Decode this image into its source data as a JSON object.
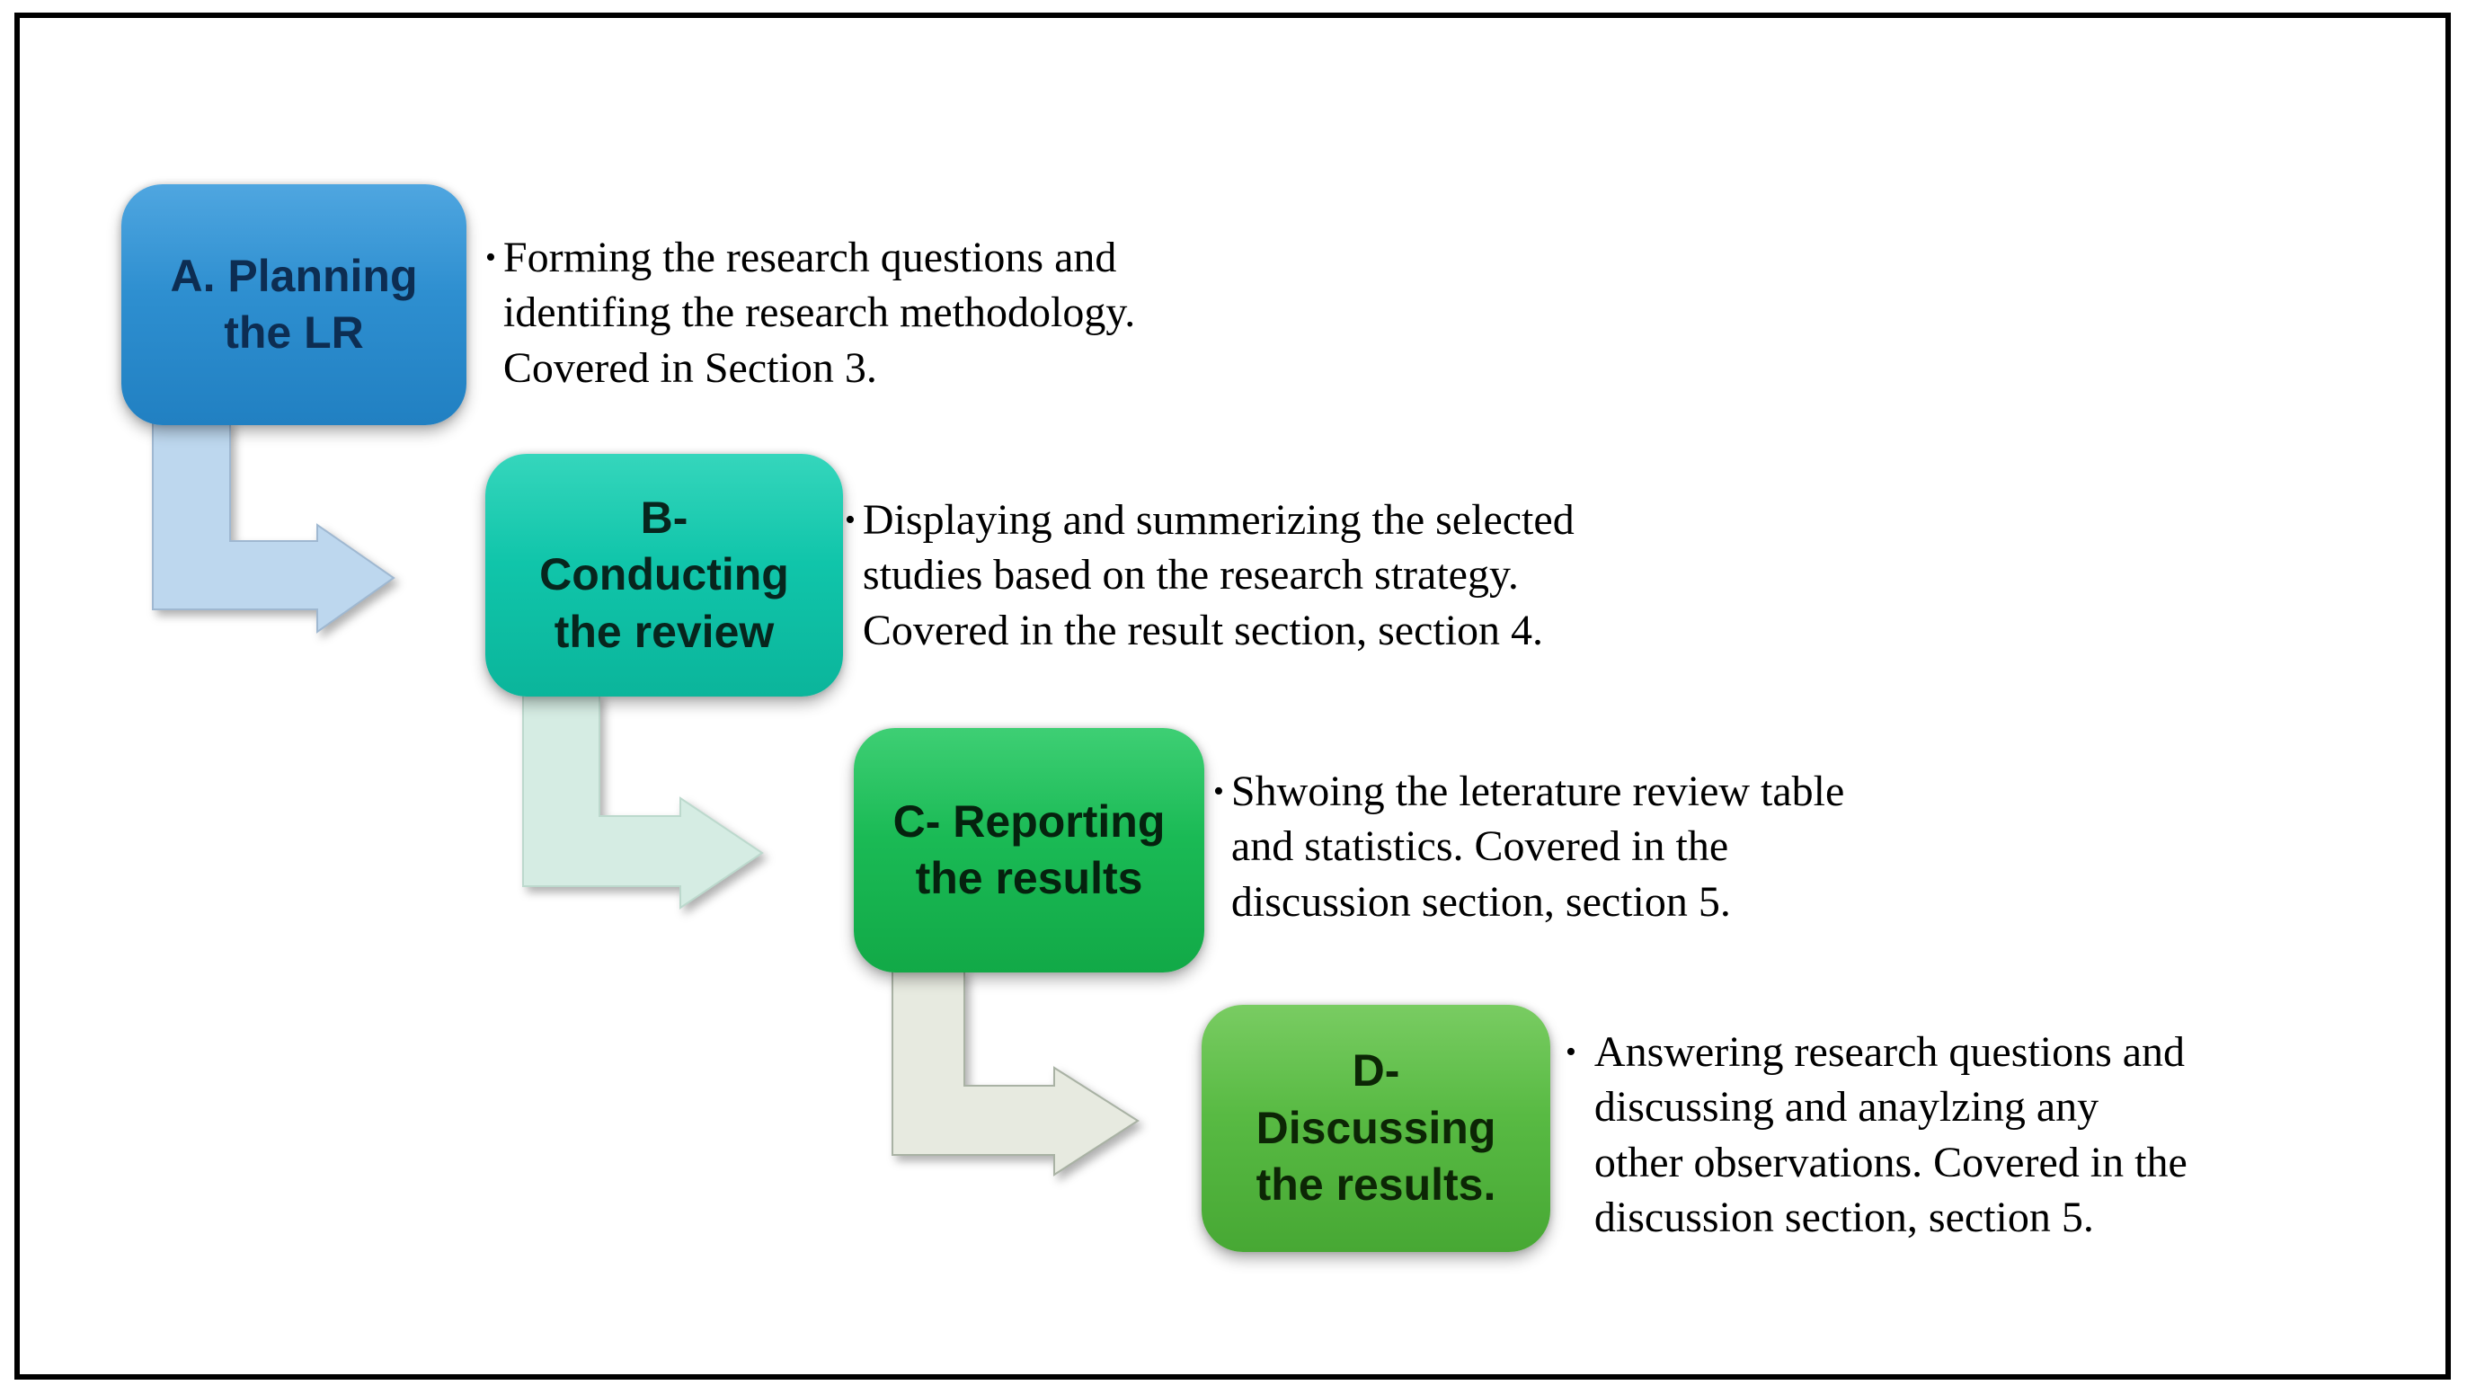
{
  "figure": {
    "background_color": "#ffffff",
    "border_color": "#000000",
    "bullet_font": "serif",
    "description_visible": "Four-step stair diagram of a literature review process with elbow arrows connecting each step"
  },
  "steps": [
    {
      "id": "A",
      "box_label": "A. Planning\nthe LR",
      "box_color": "#2e8fd0",
      "box_text_color": "#0d2d52",
      "bullet_marker": "•",
      "bullet_text": "Forming the research questions and\nidentifing the research methodology.\nCovered in Section 3."
    },
    {
      "id": "B",
      "box_label": "B-\nConducting\nthe review",
      "box_color": "#10c5aa",
      "box_text_color": "#07251d",
      "bullet_marker": "•",
      "bullet_text": "Displaying and summerizing the selected\nstudies based on the research strategy.\nCovered in the result section, section 4."
    },
    {
      "id": "C",
      "box_label": "C- Reporting\nthe results",
      "box_color": "#1aba55",
      "box_text_color": "#05220e",
      "bullet_marker": "•",
      "bullet_text": "Shwoing the leterature review table\nand statistics. Covered in the\ndiscussion section, section 5."
    },
    {
      "id": "D",
      "box_label": "D-\nDiscussing\nthe results.",
      "box_color": "#58ba43",
      "box_text_color": "#0c2605",
      "bullet_marker": "•",
      "bullet_text": "Answering research questions and\ndiscussing and anaylzing any\nother observations. Covered in the\ndiscussion section, section 5."
    }
  ],
  "arrows": [
    {
      "from": "A",
      "to": "B",
      "color": "#bdd7ee",
      "stroke": "#9fb8d1"
    },
    {
      "from": "B",
      "to": "C",
      "color": "#d5ece3",
      "stroke": "#bcd9cd"
    },
    {
      "from": "C",
      "to": "D",
      "color": "#e7eae0",
      "stroke": "#a9b2a4"
    }
  ]
}
